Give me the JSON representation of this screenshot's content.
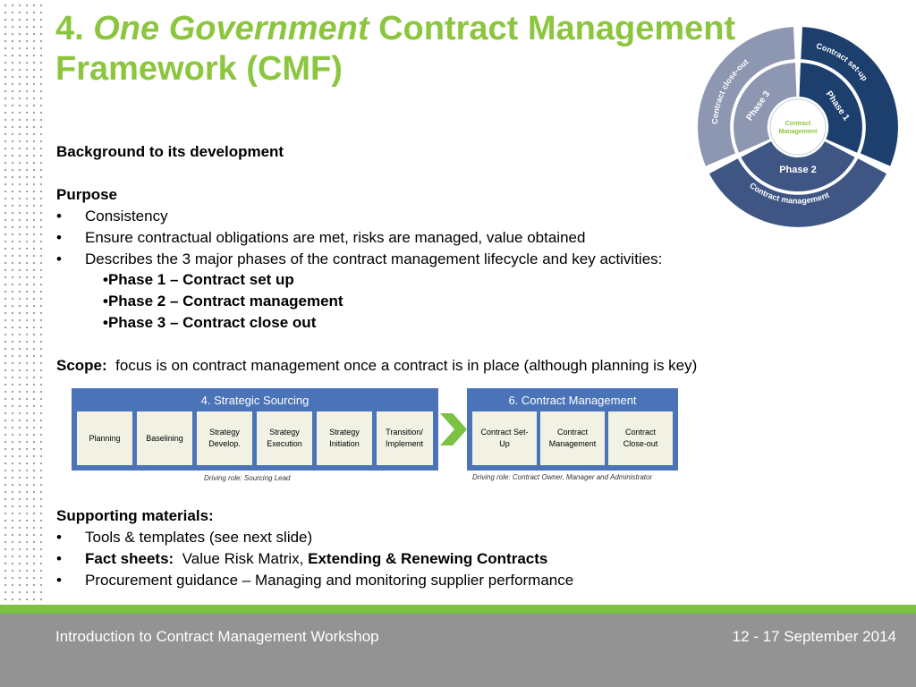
{
  "title": {
    "num": "4. ",
    "italic": "One Government",
    "rest": " Contract Management Framework (CMF)"
  },
  "background_heading": "Background to its development",
  "purpose": {
    "heading": "Purpose",
    "bullet": "•",
    "items": [
      "Consistency",
      "Ensure contractual obligations are met, risks are managed, value obtained",
      "Describes the 3 major phases of the contract management lifecycle and key activities:"
    ],
    "phases": [
      "•Phase 1 – Contract set up",
      "•Phase 2 – Contract management",
      "•Phase 3 – Contract close out"
    ]
  },
  "scope": {
    "label": "Scope:",
    "text": "focus is on contract management once a contract is in place (although planning is key)"
  },
  "diagram": {
    "sourcing_title": "4.  Strategic Sourcing",
    "sourcing_steps": [
      {
        "l1": "Planning",
        "l2": ""
      },
      {
        "l1": "Baselining",
        "l2": ""
      },
      {
        "l1": "Strategy",
        "l2": "Develop."
      },
      {
        "l1": "Strategy",
        "l2": "Execution"
      },
      {
        "l1": "Strategy",
        "l2": "Initiation"
      },
      {
        "l1": "Transition/",
        "l2": "Implement"
      }
    ],
    "sourcing_role": "Driving role:  Sourcing Lead",
    "cm_title": "6.  Contract Management",
    "cm_steps": [
      {
        "l1": "Contract Set-",
        "l2": "Up"
      },
      {
        "l1": "Contract",
        "l2": "Management"
      },
      {
        "l1": "Contract",
        "l2": "Close-out"
      }
    ],
    "cm_role": "Driving role:  Contract Owner, Manager and Administrator"
  },
  "cycle": {
    "center_l1": "Contract",
    "center_l2": "Management",
    "phase1": "Phase 1",
    "phase2": "Phase 2",
    "phase3": "Phase 3",
    "outer_setup": "Contract set-up",
    "outer_mgmt": "Contract management",
    "outer_close": "Contract close-out",
    "colors": {
      "dark": "#1c3f6e",
      "mid": "#3f5685",
      "light": "#8e97b2",
      "center": "#ffffff"
    }
  },
  "supporting": {
    "heading": "Supporting materials:",
    "item1": "Tools & templates (see next slide)",
    "item2_bold": "Fact sheets:",
    "item2_text": "Value Risk Matrix,",
    "item2_bold2": "Extending & Renewing Contracts",
    "item3": "Procurement guidance – Managing and monitoring supplier performance"
  },
  "footer": {
    "left": "Introduction to Contract Management Workshop",
    "right": "12 - 17 September 2014"
  },
  "colors": {
    "title_green": "#8cc63f",
    "footer_gray": "#939393",
    "footer_green": "#7cc242"
  }
}
